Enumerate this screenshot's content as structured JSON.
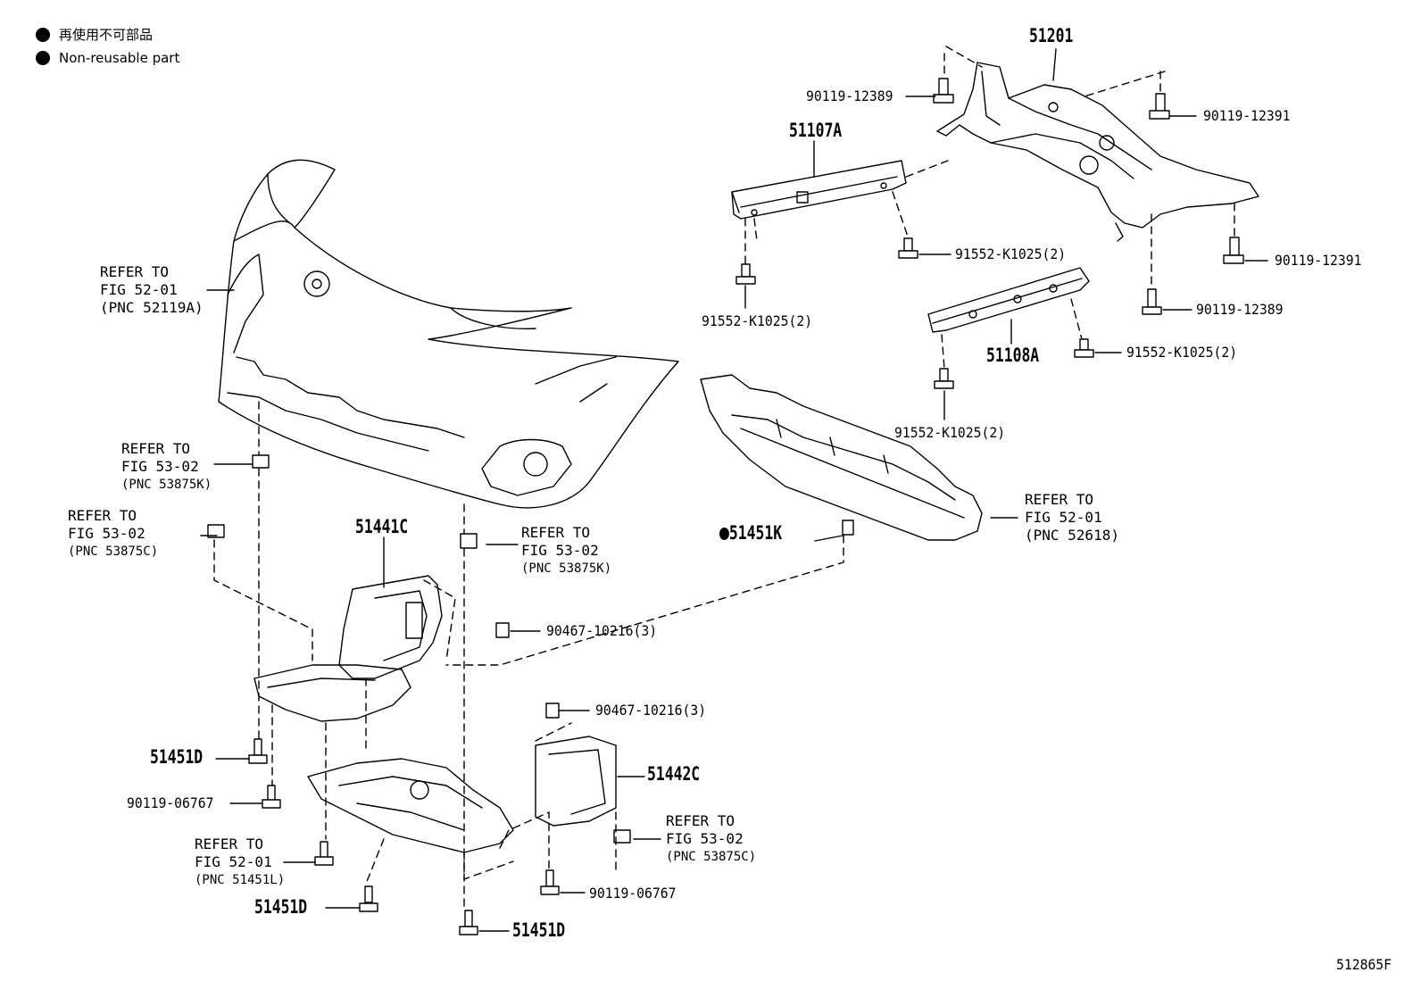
{
  "legend": {
    "jp": "再使用不可部品",
    "en": "Non-reusable part"
  },
  "figure_code": "512865F",
  "parts": {
    "p51201": "51201",
    "p51107A": "51107A",
    "p51108A": "51108A",
    "p51441C": "51441C",
    "p51442C": "51442C",
    "p51451K": "51451K",
    "p51451D_a": "51451D",
    "p51451D_b": "51451D",
    "p51451D_c": "51451D",
    "b90119_12389_a": "90119-12389",
    "b90119_12389_b": "90119-12389",
    "b90119_12391_a": "90119-12391",
    "b90119_12391_b": "90119-12391",
    "b91552_a": "91552-K1025(2)",
    "b91552_b": "91552-K1025(2)",
    "b91552_c": "91552-K1025(2)",
    "b91552_d": "91552-K1025(2)",
    "c90467_a": "90467-10216(3)",
    "c90467_b": "90467-10216(3)",
    "s90119_06767_a": "90119-06767",
    "s90119_06767_b": "90119-06767"
  },
  "refs": {
    "r1": {
      "l1": "REFER TO",
      "l2": "FIG 52-01",
      "l3": "(PNC 52119A)"
    },
    "r2": {
      "l1": "REFER TO",
      "l2": "FIG 53-02",
      "l3": "(PNC 53875K)"
    },
    "r3": {
      "l1": "REFER TO",
      "l2": "FIG 53-02",
      "l3": "(PNC 53875C)"
    },
    "r4": {
      "l1": "REFER TO",
      "l2": "FIG 53-02",
      "l3": "(PNC 53875K)"
    },
    "r5": {
      "l1": "REFER TO",
      "l2": "FIG 52-01",
      "l3": "(PNC 52618)"
    },
    "r6": {
      "l1": "REFER TO",
      "l2": "FIG 53-02",
      "l3": "(PNC 53875C)"
    },
    "r7": {
      "l1": "REFER TO",
      "l2": "FIG 52-01",
      "l3": "(PNC 51451L)"
    }
  }
}
